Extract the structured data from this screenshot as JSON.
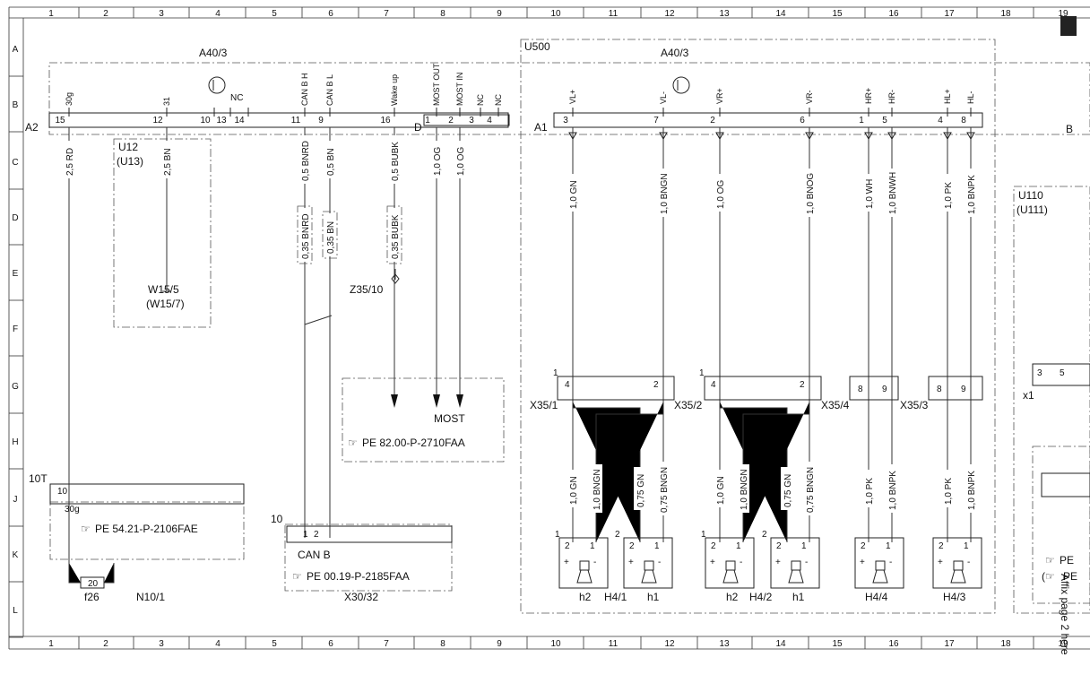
{
  "grid": {
    "columns": [
      "1",
      "2",
      "3",
      "4",
      "5",
      "6",
      "7",
      "8",
      "9",
      "10",
      "11",
      "12",
      "13",
      "14",
      "15",
      "16",
      "17",
      "18",
      "19"
    ],
    "rows": [
      "A",
      "B",
      "C",
      "D",
      "E",
      "F",
      "G",
      "H",
      "J",
      "K",
      "L"
    ]
  },
  "side_note": "Affix page 2 here",
  "modules": {
    "u500": "U500",
    "a40_3_left": "A40/3",
    "a40_3_right": "A40/3",
    "u12": "U12",
    "u13": "(U13)",
    "u110": "U110",
    "u111": "(U111)",
    "w15_5": "W15/5",
    "w15_7": "(W15/7)",
    "z35_10": "Z35/10",
    "most": "MOST",
    "n10_1": "N10/1",
    "x30_32": "X30/32",
    "a2": "A2",
    "a1": "A1",
    "d": "D",
    "b_right": "B",
    "x1": "x1",
    "t10": "10T",
    "x30_num": "10",
    "can_b": "CAN B",
    "f26": "f26",
    "f26_num": "20",
    "n10_pin": "10",
    "n10_30g": "30g",
    "x30_pin1": "1",
    "x30_pin2": "2",
    "u110_pin3": "3",
    "u110_pin5": "5"
  },
  "refs": {
    "pe1": "PE 82.00-P-2710FAA",
    "pe2": "PE 54.21-P-2106FAE",
    "pe3": "PE 00.19-P-2185FAA",
    "pe4": "PE",
    "pe5": "PE"
  },
  "left_pins": [
    {
      "num": "15",
      "label": "30g"
    },
    {
      "num": "12",
      "label": "31"
    },
    {
      "num": "10",
      "label": ""
    },
    {
      "num": "13",
      "label": ""
    },
    {
      "num": "14",
      "label": ""
    },
    {
      "num": "11",
      "label": "CAN B H"
    },
    {
      "num": "9",
      "label": "CAN B L"
    },
    {
      "num": "16",
      "label": "Wake up"
    },
    {
      "num": "1",
      "label": "MOST OUT"
    },
    {
      "num": "2",
      "label": "MOST IN"
    },
    {
      "num": "3",
      "label": "NC"
    },
    {
      "num": "4",
      "label": "NC"
    }
  ],
  "nc_label": "NC",
  "right_pins": [
    {
      "num": "3",
      "label": "VL+"
    },
    {
      "num": "7",
      "label": "VL-"
    },
    {
      "num": "2",
      "label": "VR+"
    },
    {
      "num": "6",
      "label": "VR-"
    },
    {
      "num": "1",
      "label": "HR+"
    },
    {
      "num": "5",
      "label": "HR-"
    },
    {
      "num": "4",
      "label": "HL+"
    },
    {
      "num": "8",
      "label": "HL-"
    }
  ],
  "wires_top": [
    "2,5 RD",
    "2,5 BN",
    "0,5 BNRD",
    "0,5 BN",
    "0,5 BUBK",
    "1,0 OG",
    "1,0 OG",
    "1,0 GN",
    "1,0 BNGN",
    "1,0 OG",
    "1,0 BNOG",
    "1,0 WH",
    "1,0 BNWH",
    "1,0 PK",
    "1,0 BNPK"
  ],
  "wires_mid": [
    "0,35 BNRD",
    "0,35 BN",
    "0,35 BUBK"
  ],
  "wires_bottom": [
    "1,0 GN",
    "1,0 BNGN",
    "0,75 GN",
    "0,75 BNGN",
    "1,0 GN",
    "1,0 BNGN",
    "0,75 GN",
    "0,75 BNGN",
    "1,0 PK",
    "1,0 BNPK",
    "1,0 PK",
    "1,0 BNPK"
  ],
  "connectors": {
    "x35_1": "X35/1",
    "x35_2": "X35/2",
    "x35_4": "X35/4",
    "x35_3": "X35/3"
  },
  "connector_pins": [
    "1",
    "4",
    "2",
    "1",
    "4",
    "2",
    "8",
    "9",
    "8",
    "9"
  ],
  "speakers": {
    "h2a": "h2",
    "h4_1": "H4/1",
    "h1a": "h1",
    "h2b": "h2",
    "h4_2": "H4/2",
    "h1b": "h1",
    "h4_4": "H4/4",
    "h4_3": "H4/3"
  },
  "speaker_group_nums": [
    "1",
    "2",
    "1",
    "2"
  ],
  "speaker_pins": [
    "2",
    "1"
  ]
}
